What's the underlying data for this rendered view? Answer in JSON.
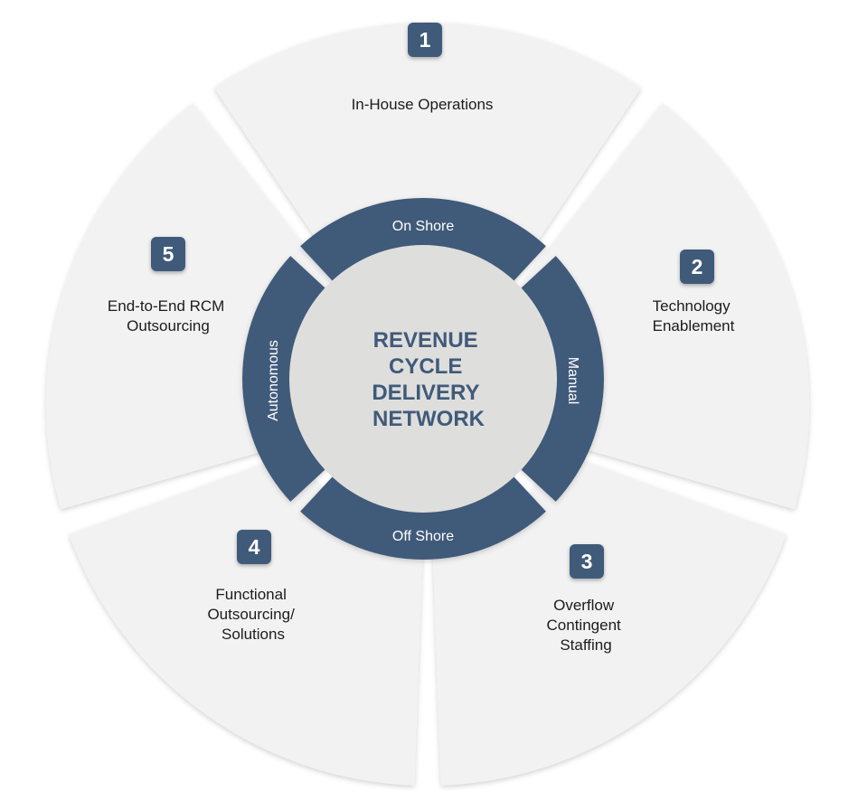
{
  "colors": {
    "sector_fill": "#f2f2f2",
    "ring": "#405a7a",
    "badge": "#405a7a",
    "center_fill": "#dededc",
    "center_text": "#405a7a",
    "separator": "#dcdcdc"
  },
  "sectors": [
    {
      "number": "1",
      "lines": [
        "In-House Operations"
      ]
    },
    {
      "number": "2",
      "lines": [
        "Technology",
        "Enablement"
      ]
    },
    {
      "number": "3",
      "lines": [
        "Overflow",
        "Contingent",
        "Staffing"
      ]
    },
    {
      "number": "4",
      "lines": [
        "Functional",
        "Outsourcing/",
        "Solutions"
      ]
    },
    {
      "number": "5",
      "lines": [
        "End-to-End RCM",
        "Outsourcing"
      ]
    }
  ],
  "ring_labels": {
    "top": "On Shore",
    "right": "Manual",
    "bottom": "Off Shore",
    "left": "Autonomous"
  },
  "center": {
    "lines": [
      "REVENUE",
      "CYCLE",
      "DELIVERY",
      "NETWORK"
    ]
  }
}
